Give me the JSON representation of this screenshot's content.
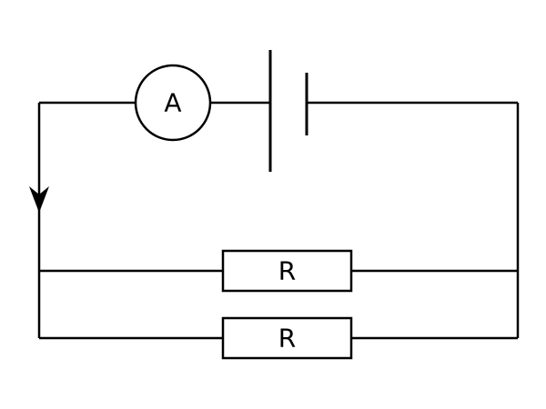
{
  "diagram": {
    "type": "circuit",
    "colors": {
      "line": "#000000",
      "background": "#ffffff"
    },
    "ammeter": {
      "label": "A"
    },
    "battery": {
      "cells": 1
    },
    "resistors": [
      {
        "label": "R"
      },
      {
        "label": "R"
      }
    ],
    "current_arrow": {
      "direction": "down"
    },
    "resistor_connection": "parallel"
  }
}
